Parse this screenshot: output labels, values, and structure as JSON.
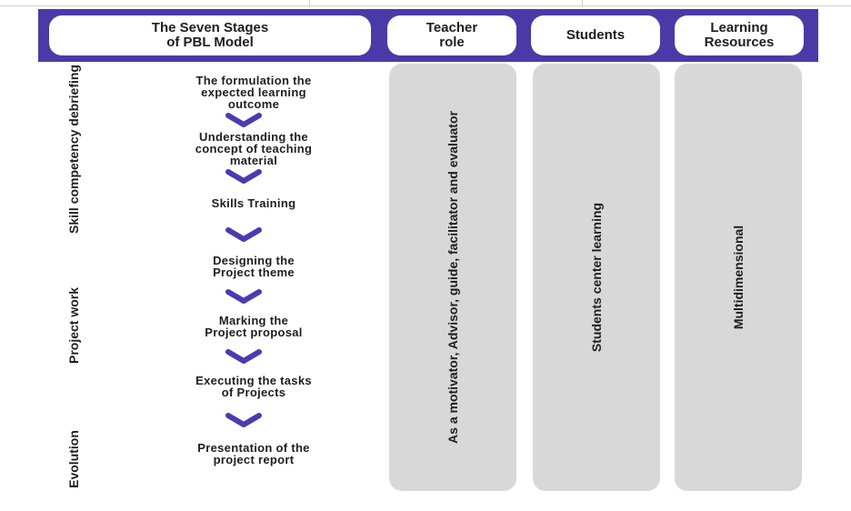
{
  "header": {
    "model_title": "The Seven Stages\nof PBL Model",
    "teacher_title": "Teacher\nrole",
    "students_title": "Students",
    "resources_title": "Learning\nResources"
  },
  "phases": [
    {
      "label": "Skill competency debriefing",
      "color": "#d7424f"
    },
    {
      "label": "Project work",
      "color": "#2f7ff0"
    },
    {
      "label": "Evolution",
      "color": "#f6bf2c"
    }
  ],
  "stages": [
    "The formulation the\nexpected learning\noutcome",
    "Understanding the\nconcept of teaching\nmaterial",
    "Skills Training",
    "Designing the\nProject theme",
    "Marking the\nProject proposal",
    "Executing the tasks\nof Projects",
    "Presentation of the\nproject report"
  ],
  "columns": {
    "teacher": "As a motivator, Advisor, guide, facilitator and evaluator",
    "students": "Students center learning",
    "resources": "Multidimensional"
  },
  "colors": {
    "header_bg": "#4a3aa8",
    "chevron": "#4b3bb0",
    "column_bg": "#d8d8d8"
  }
}
